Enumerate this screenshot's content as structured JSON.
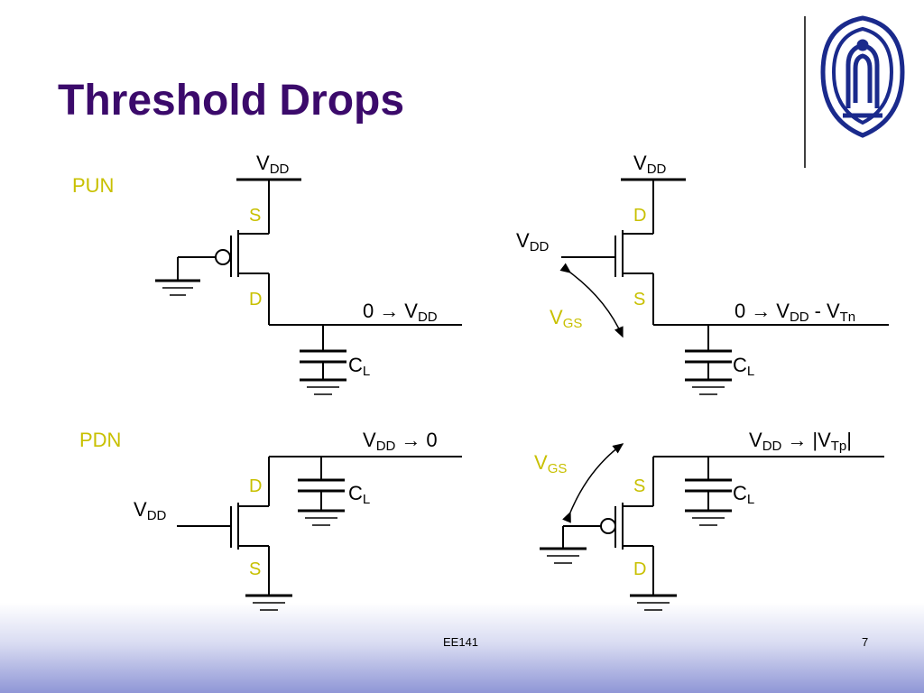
{
  "slide": {
    "title": "Threshold Drops",
    "footer_left": "EE141",
    "page_number": "7"
  },
  "colors": {
    "title": "#3b0a6b",
    "accent_label": "#c8c000",
    "wire": "#000000",
    "logo": "#1a2a8c"
  },
  "icons": {
    "logo": "university-emblem-icon"
  },
  "labels": {
    "pun": "PUN",
    "pdn": "PDN",
    "s": "S",
    "d": "D",
    "v": "V",
    "dd": "DD",
    "gs": "GS",
    "c": "C",
    "l": "L",
    "tn": "Tn",
    "tp": "Tp",
    "zero": "0",
    "arrow": "→",
    "minus": "-",
    "bar": "|"
  }
}
